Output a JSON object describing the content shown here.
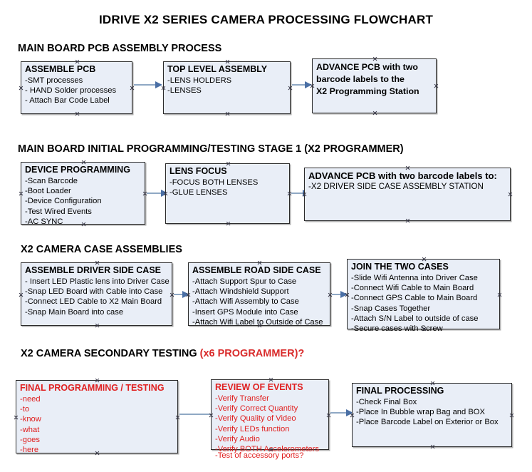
{
  "document": {
    "title": "IDRIVE X2  SERIES CAMERA PROCESSING FLOWCHART"
  },
  "colors": {
    "box_fill": "#e9eef7",
    "box_border": "#2b2b2b",
    "text": "#000000",
    "accent_red": "#e02020",
    "arrow": "#8fa8c4",
    "arrowhead": "#4a6fa5"
  },
  "sections": [
    {
      "id": "main-board-pcb-assembly",
      "heading": "MAIN BOARD PCB ASSEMBLY PROCESS",
      "heading_accent": "",
      "nodes": [
        {
          "id": "assemble-pcb",
          "title": "ASSEMBLE PCB",
          "lines": [
            "-SMT processes",
            "- HAND Solder processes",
            "- Attach Bar Code Label"
          ]
        },
        {
          "id": "top-level-assembly",
          "title": "TOP LEVEL ASSEMBLY",
          "lines": [
            "-LENS HOLDERS",
            "-LENSES"
          ]
        },
        {
          "id": "advance-pcb-to-x2-programming-station",
          "title": "",
          "lines": [
            "ADVANCE PCB with two",
            "barcode labels to the",
            " X2 Programming Station"
          ]
        }
      ]
    },
    {
      "id": "main-board-initial-programming",
      "heading": "MAIN BOARD INITIAL PROGRAMMING/TESTING STAGE 1 (X2 PROGRAMMER)",
      "heading_accent": "",
      "nodes": [
        {
          "id": "device-programming",
          "title": "DEVICE PROGRAMMING",
          "lines": [
            "-Scan Barcode",
            "-Boot Loader",
            "-Device Configuration",
            "-Test Wired Events",
            "-AC SYNC"
          ]
        },
        {
          "id": "lens-focus",
          "title": "LENS FOCUS",
          "lines": [
            "-FOCUS BOTH LENSES",
            "-GLUE LENSES"
          ]
        },
        {
          "id": "advance-pcb-to-driver-side-case-station",
          "title": "ADVANCE PCB with two barcode labels to:",
          "lines": [
            "-X2 DRIVER  SIDE  CASE  ASSEMBLY STATION"
          ]
        }
      ]
    },
    {
      "id": "x2-camera-case-assemblies",
      "heading": "X2 CAMERA CASE ASSEMBLIES",
      "heading_accent": "",
      "nodes": [
        {
          "id": "assemble-driver-side-case",
          "title": "ASSEMBLE DRIVER SIDE CASE",
          "lines": [
            "- Insert LED Plastic lens into Driver Case",
            "-Snap LED Board with Cable into Case",
            "-Connect LED Cable to X2 Main Board",
            "-Snap Main Board into case"
          ]
        },
        {
          "id": "assemble-road-side-case",
          "title": "ASSEMBLE ROAD SIDE CASE",
          "lines": [
            "-Attach Support Spur to Case",
            "-Attach Windshield Support",
            "-Attach Wifi Assembly to Case",
            "-Insert GPS Module into Case",
            "-Attach Wifi Label to Outside of Case"
          ]
        },
        {
          "id": "join-the-two-cases",
          "title": "JOIN THE TWO CASES",
          "lines": [
            "-Slide Wifi Antenna into Driver Case",
            "-Connect Wifi Cable to Main Board",
            "-Connect GPS Cable to Main Board",
            "-Snap Cases Together",
            "-Attach S/N Label to outside of case",
            "-Secure cases with Screw"
          ]
        }
      ]
    },
    {
      "id": "x2-camera-secondary-testing",
      "heading": "X2 CAMERA SECONDARY TESTING ",
      "heading_accent": "(x6 PROGRAMMER)?",
      "nodes": [
        {
          "id": "final-programming-testing",
          "title": "FINAL PROGRAMMING / TESTING",
          "lines": [
            "-need",
            "-to",
            "-know",
            "-what",
            "-goes",
            "-here"
          ]
        },
        {
          "id": "review-of-events",
          "title": "REVIEW OF EVENTS",
          "lines": [
            "-Verify Transfer",
            "-Verify Correct Quantity",
            "-Verify Quality of Video",
            "-Verify LEDs function",
            "-Verify Audio",
            "-Verify BOTH Accelerometers"
          ],
          "overflow_line": "-Test of accessory ports?"
        },
        {
          "id": "final-processing",
          "title": "FINAL PROCESSING",
          "lines": [
            " -Check Final Box",
            "-Place In Bubble wrap Bag and BOX",
            "-Place Barcode Label on Exterior or Box"
          ]
        }
      ]
    }
  ]
}
